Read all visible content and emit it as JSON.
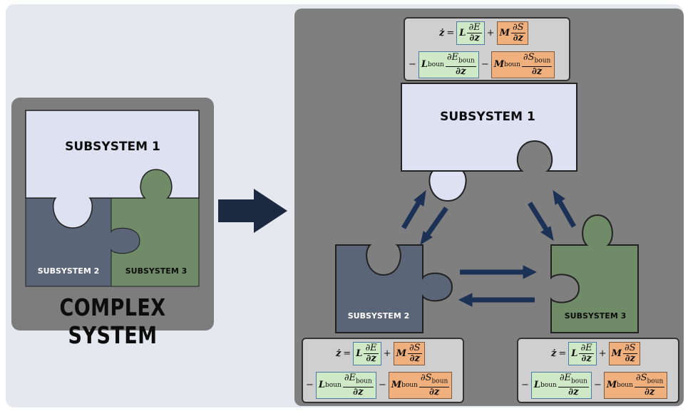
{
  "left": {
    "subsystem1": "SUBSYSTEM 1",
    "subsystem2": "SUBSYSTEM 2",
    "subsystem3": "SUBSYSTEM 3",
    "title": "COMPLEX SYSTEM"
  },
  "right": {
    "subsystem1": "SUBSYSTEM 1",
    "subsystem2": "SUBSYSTEM 2",
    "subsystem3": "SUBSYSTEM 3"
  },
  "equation": {
    "lhs": "ż",
    "eq": "=",
    "L": "L",
    "M": "M",
    "dE": "∂E",
    "dS": "∂S",
    "dz": "∂z",
    "plus": "+",
    "minus": "−",
    "Lboun": "L",
    "Mboun": "M",
    "boun": "boun",
    "dEboun": "∂E",
    "dSboun": "∂S"
  },
  "colors": {
    "subsystem1": "#dde1f1",
    "subsystem2": "#5a6577",
    "subsystem3": "#6f8b68",
    "arrows": "#1c3156"
  }
}
